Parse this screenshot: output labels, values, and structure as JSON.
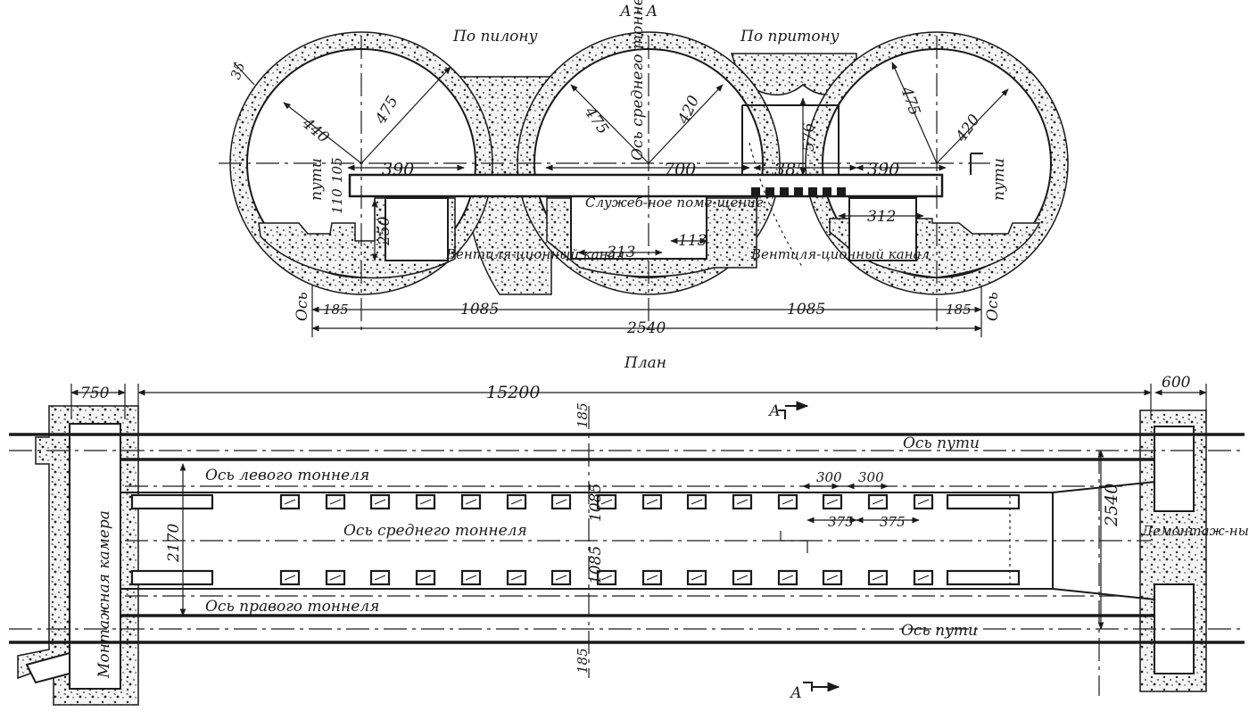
{
  "section": {
    "title": "А - А",
    "note_pylon": "По пилону",
    "note_portal": "По притону",
    "dims_top": [
      "35",
      "440",
      "475",
      "475",
      "420",
      "576",
      "475",
      "420"
    ],
    "dims_horizontal": [
      "390",
      "700",
      "385",
      "390"
    ],
    "dims_lower": [
      "110",
      "105",
      "250",
      "313",
      "113",
      "312"
    ],
    "dims_bottom_row": [
      "185",
      "1085",
      "1085",
      "185"
    ],
    "dim_total": "2540",
    "label_axis_middle": "Ось среднего тоннеля",
    "label_track_left": "пути",
    "label_track_right": "пути",
    "label_service_room": "Служеб-ное поме-щение",
    "label_vent_left": "Вентиля-ционный канал",
    "label_vent_right": "Вентиля-ционный канал",
    "label_axis_left": "Ось",
    "label_axis_right": "Ось"
  },
  "plan": {
    "title": "План",
    "dim_left": "750",
    "dim_right": "600",
    "dim_length": "15200",
    "dim_width": "2540",
    "dim_between": "2170",
    "dim_185_top": "185",
    "dim_185_bottom": "185",
    "dim_1085_top": "1085",
    "dim_1085_bottom": "1085",
    "dim_opening_1": "300",
    "dim_opening_2": "300",
    "dim_step_1": "375",
    "dim_step_2": "375",
    "section_mark_top": "А",
    "section_mark_bottom": "А",
    "label_track_top": "Ось пути",
    "label_track_bottom": "Ось пути",
    "label_left_tunnel": "Ось левого тоннеля",
    "label_middle_tunnel": "Ось среднего тоннеля",
    "label_right_tunnel": "Ось правого тоннеля",
    "label_assembly_chamber": "Монтажная камера",
    "label_dismantling_chambers": "Демонтаж-ные камеры"
  }
}
